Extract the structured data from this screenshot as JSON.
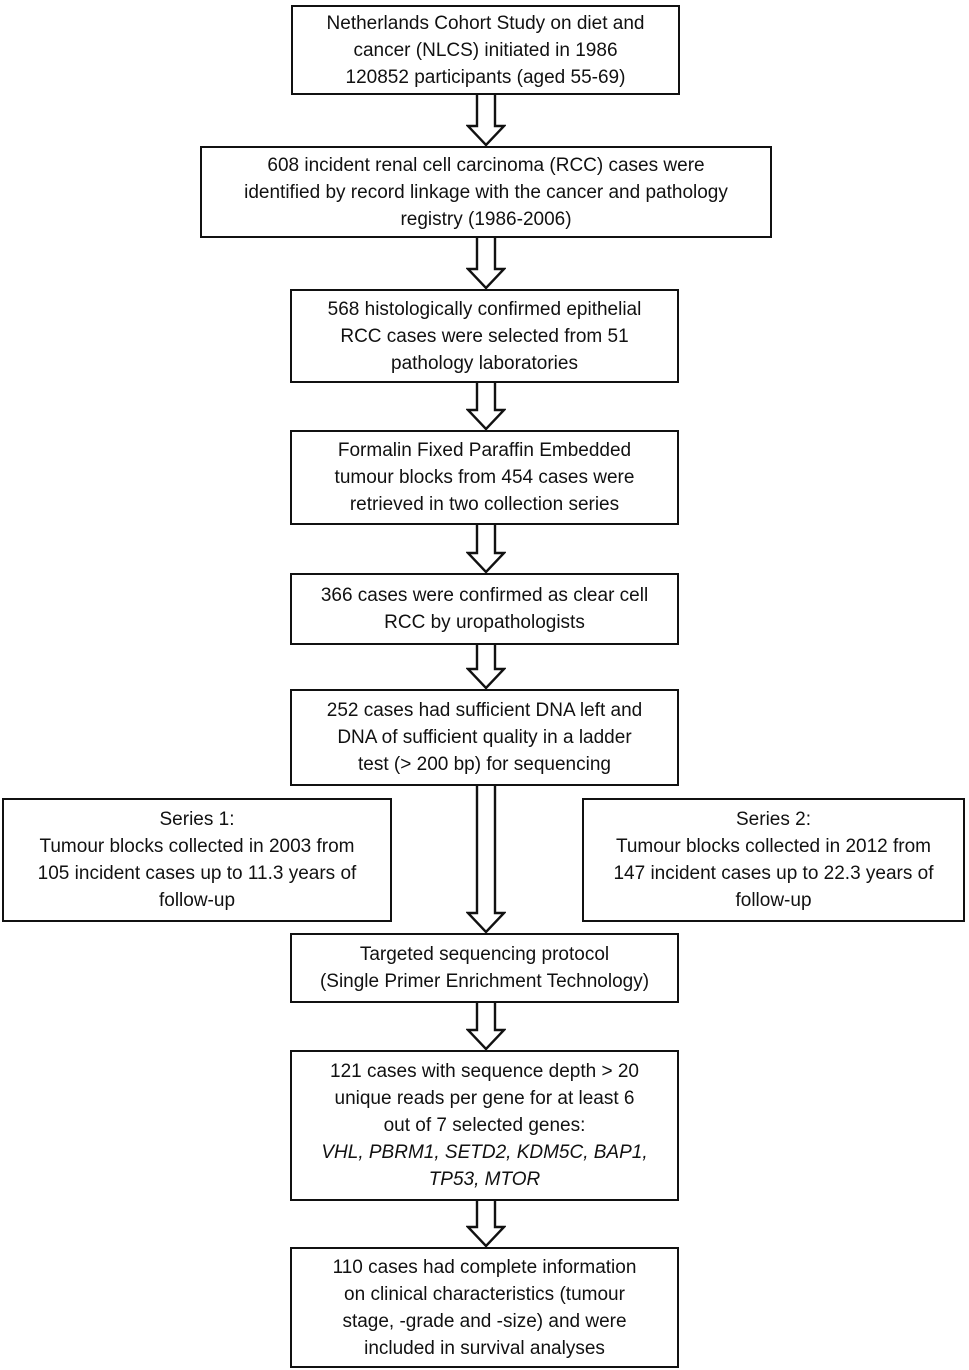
{
  "figure": {
    "type": "flowchart",
    "background_color": "#ffffff",
    "line_color": "#111111",
    "text_color": "#111111"
  },
  "icons": {
    "down_arrow": "hollow-block-down-arrow"
  },
  "boxes": {
    "nlcs_cohort": {
      "text": "Netherlands Cohort Study on diet and\ncancer (NLCS) initiated in 1986\n120852 participants (aged 55-69)"
    },
    "incident_rcc": {
      "text": "608 incident renal cell carcinoma (RCC) cases were\nidentified by record linkage with the cancer and pathology\nregistry (1986-2006)"
    },
    "histology_confirmed": {
      "text": "568 histologically confirmed epithelial\nRCC cases were selected from 51\npathology laboratories"
    },
    "ffpe_blocks": {
      "text": "Formalin Fixed Paraffin Embedded\ntumour blocks from 454 cases were\nretrieved in two collection series"
    },
    "clear_cell_confirmed": {
      "text": "366 cases were confirmed as clear cell\nRCC by uropathologists"
    },
    "dna_quality": {
      "text": "252 cases had sufficient DNA left and\nDNA of sufficient quality in a ladder\ntest (> 200 bp) for sequencing"
    },
    "series_1": {
      "text": "Series 1:\nTumour blocks collected in 2003 from\n105 incident cases up to 11.3 years of\nfollow-up"
    },
    "series_2": {
      "text": "Series 2:\nTumour blocks collected in 2012 from\n147 incident cases up to 22.3 years of\nfollow-up"
    },
    "sequencing_protocol": {
      "text": "Targeted sequencing protocol\n(Single Primer Enrichment Technology)"
    },
    "sequence_depth": {
      "text": "121 cases with sequence depth > 20\nunique reads per gene for at least 6\nout of 7 selected genes:",
      "genes_italic": "VHL, PBRM1, SETD2, KDM5C, BAP1,\nTP53, MTOR"
    },
    "survival_analyses": {
      "text": "110 cases had complete information\non clinical characteristics (tumour\nstage, -grade and -size) and were\nincluded in survival analyses"
    }
  }
}
